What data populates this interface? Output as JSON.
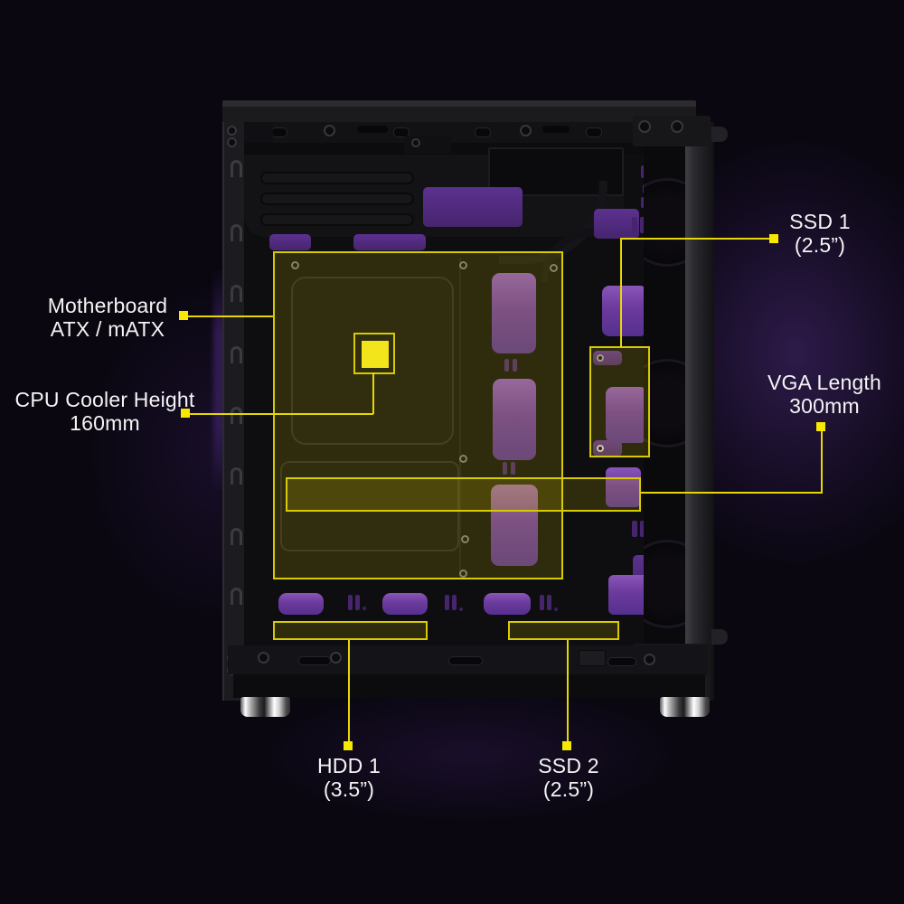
{
  "image": {
    "description": "PC case interior side view with yellow component-clearance callouts on a purple-lit black chassis"
  },
  "colors": {
    "background": "#0a0711",
    "accent_yellow": "#e6d800",
    "marker_yellow": "#f6e800",
    "highlight_fill": "rgba(222,206,0,0.16)",
    "label_text": "#f4f4f4",
    "glow_purple": "#4a2a78"
  },
  "callouts": {
    "motherboard": {
      "line1": "Motherboard",
      "line2": "ATX / mATX"
    },
    "cpu_cooler": {
      "line1": "CPU Cooler Height",
      "line2": "160mm"
    },
    "ssd1": {
      "line1": "SSD 1",
      "line2": "(2.5”)"
    },
    "vga": {
      "line1": "VGA Length",
      "line2": "300mm"
    },
    "hdd1": {
      "line1": "HDD 1",
      "line2": "(3.5”)"
    },
    "ssd2": {
      "line1": "SSD 2",
      "line2": "(2.5”)"
    }
  }
}
